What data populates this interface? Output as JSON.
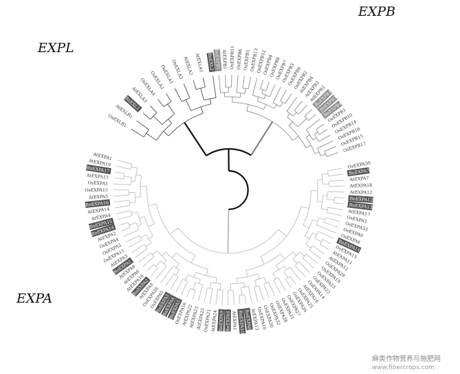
{
  "diagram": {
    "families": [
      {
        "name": "EXPL",
        "color": "#5a5a5a",
        "leaves": [
          "OsEXLB1",
          "AtEXLB1",
          "BnEXL1",
          "AtEXLA3",
          "OsEXLA4",
          "OsEXLA2",
          "OsEXLA1",
          "OsEXLA3",
          "AtEXLA2",
          "AtEXLA1",
          "BnEXL2"
        ]
      },
      {
        "name": "EXPB",
        "color": "#9a9a9a",
        "leaves": [
          "BnEXPB1",
          "AtEXPB1",
          "OsEXPB11",
          "OsEXPB6",
          "OsEXPB5",
          "OsEXPB13",
          "OsEXPB12",
          "OsEXPB4",
          "OsEXPB8",
          "OsEXPB7",
          "OsEXPB3",
          "OsEXPB9",
          "OsEXPB2",
          "AtEXPB4",
          "AtEXPB2",
          "AtEXPB3",
          "BnEXPB2",
          "BnEXPB3",
          "BnEXPB4",
          "OsEXPB1",
          "OsEXPB10",
          "OsEXPB14",
          "OsEXPB16",
          "OsEXPB15",
          "OsEXPB17"
        ]
      },
      {
        "name": "EXPA",
        "color": "#c4c4c4",
        "leaves": [
          "OsEXPA30",
          "BnEXPA7",
          "AtEXPA7",
          "AtEXPA18",
          "AtEXPA12",
          "BnEXPA12",
          "BnEXPA13",
          "AtEXPA17",
          "OsEXPA3",
          "OsEXPA33",
          "OsEXPA9",
          "OsEXPA6",
          "BnEXPA11",
          "OsEXPA13",
          "AtEXPA11",
          "AtEXPA12",
          "OsEXPA29",
          "OsEXPA19",
          "OsEXPA23",
          "OsEXPA22",
          "OsEXPA14",
          "AtEXPA16",
          "OsEXPA25",
          "OsEXPA26",
          "OsEXPA27",
          "OsEXPA31",
          "OsEXPA28",
          "OsEXPA32",
          "OsEXPA20",
          "OsEXPA10",
          "AtEXPA13",
          "BnEXPA8",
          "BnEXPA10",
          "AtEXPA1",
          "BnEXPA6",
          "BnEXPA9",
          "AtEXPA24",
          "OsEXPA21",
          "AtEXPA25",
          "AtEXPA23",
          "AtEXPA22",
          "OsEXPA16",
          "BnEXPA5",
          "BnEXPA4",
          "BnEXPA3",
          "OsEXPA5",
          "OsEXPA26",
          "AtEXPA9",
          "BnEXPA2",
          "AtEXPA16",
          "AtEXPA6",
          "AtEXPA8",
          "BnEXPA1",
          "AtEXPA3",
          "OsEXPA11",
          "OsEXPA2",
          "OsEXPA4",
          "AtEXPA2",
          "BnEXPA14",
          "BnEXPA15",
          "AtEXPA4",
          "AtEXPA14",
          "BnEXPA16",
          "AtEXPA5",
          "OsEXPA15",
          "OsEXPA1",
          "AtEXPA15",
          "BnEXPA17",
          "AtEXPA10",
          "AtEXPA1"
        ]
      }
    ]
  },
  "watermark": {
    "line1": "麻类作物营养与施肥网",
    "line2": "www.fibercrops.com"
  }
}
